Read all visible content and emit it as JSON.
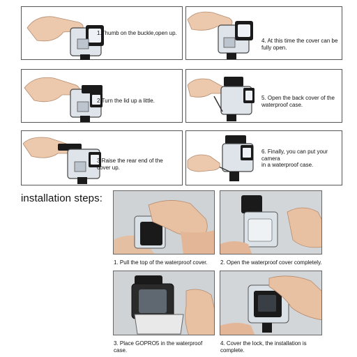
{
  "disassembly_steps": [
    {
      "text": "1.Thumb on the buckle,open up."
    },
    {
      "text": "2.Turn the lid up a little."
    },
    {
      "text": "3.Raise the rear end of the\n   cover up."
    },
    {
      "text": "4. At this time the cover can be\n    fully open."
    },
    {
      "text": "5. Open the back cover of the\n    waterproof case."
    },
    {
      "text": "6. Finally, you can put your camera\n    in a waterproof case."
    }
  ],
  "installation": {
    "heading": "installation steps:",
    "steps": [
      {
        "text": "1. Pull the top of the waterproof cover."
      },
      {
        "text": "2. Open the waterproof cover completely."
      },
      {
        "text": "3. Place GOPRO5 in the waterproof\n    case."
      },
      {
        "text": "4. Cover the lock, the installation is\n    complete."
      }
    ]
  },
  "colors": {
    "panel_border": "#555555",
    "case_clear": "#dfe4ea",
    "case_black": "#1a1a1a",
    "skin": "#e9c4a8",
    "photo_bg": "#cfd3d6"
  }
}
